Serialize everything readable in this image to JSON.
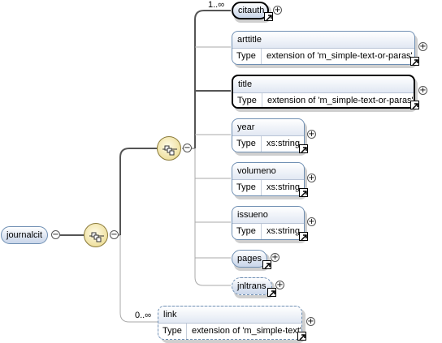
{
  "root": {
    "name": "journalcit"
  },
  "occurrence_unbounded": "1..∞",
  "occurrence_optional_unbounded": "0..∞",
  "type_key": "Type",
  "elements": [
    {
      "name": "citauth"
    },
    {
      "name": "arttitle",
      "type": "extension of 'm_simple-text-or-paras'"
    },
    {
      "name": "title",
      "type": "extension of 'm_simple-text-or-paras'"
    },
    {
      "name": "year",
      "type": "xs:string"
    },
    {
      "name": "volumeno",
      "type": "xs:string"
    },
    {
      "name": "issueno",
      "type": "xs:string"
    },
    {
      "name": "pages"
    },
    {
      "name": "jnltrans"
    },
    {
      "name": "link",
      "type": "extension of 'm_simple-text'"
    }
  ],
  "icons": {
    "expand": "plus-icon",
    "collapse": "minus-icon",
    "reference": "link-arrow-icon",
    "compositor": "sequence-compositor-icon"
  }
}
